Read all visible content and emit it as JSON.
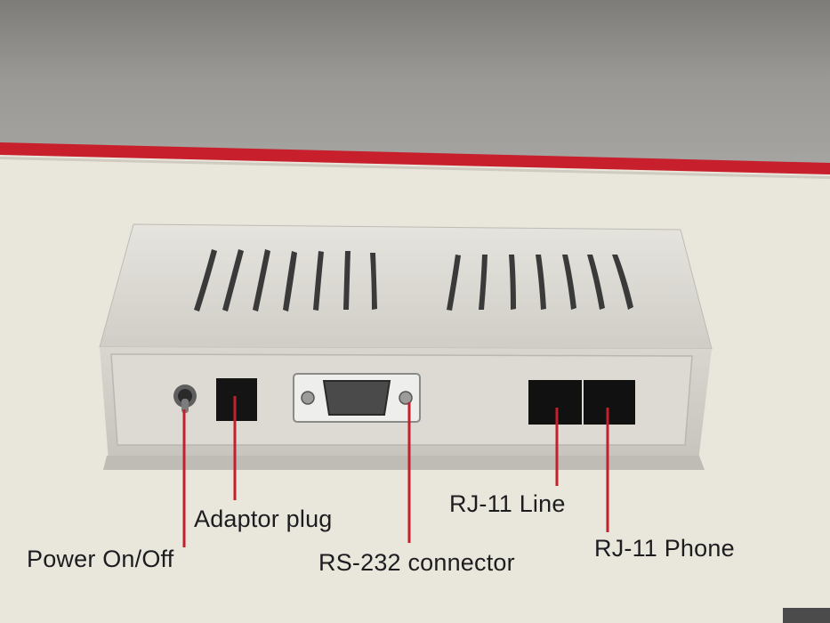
{
  "labels": {
    "power": "Power On/Off",
    "adaptor": "Adaptor plug",
    "rs232": "RS-232 connector",
    "rj11_line": "RJ-11 Line",
    "rj11_phone": "RJ-11 Phone"
  },
  "colors": {
    "pointer": "#c2202c",
    "box_edge": "#c81f2c",
    "device_body": "#d9d7d0"
  }
}
